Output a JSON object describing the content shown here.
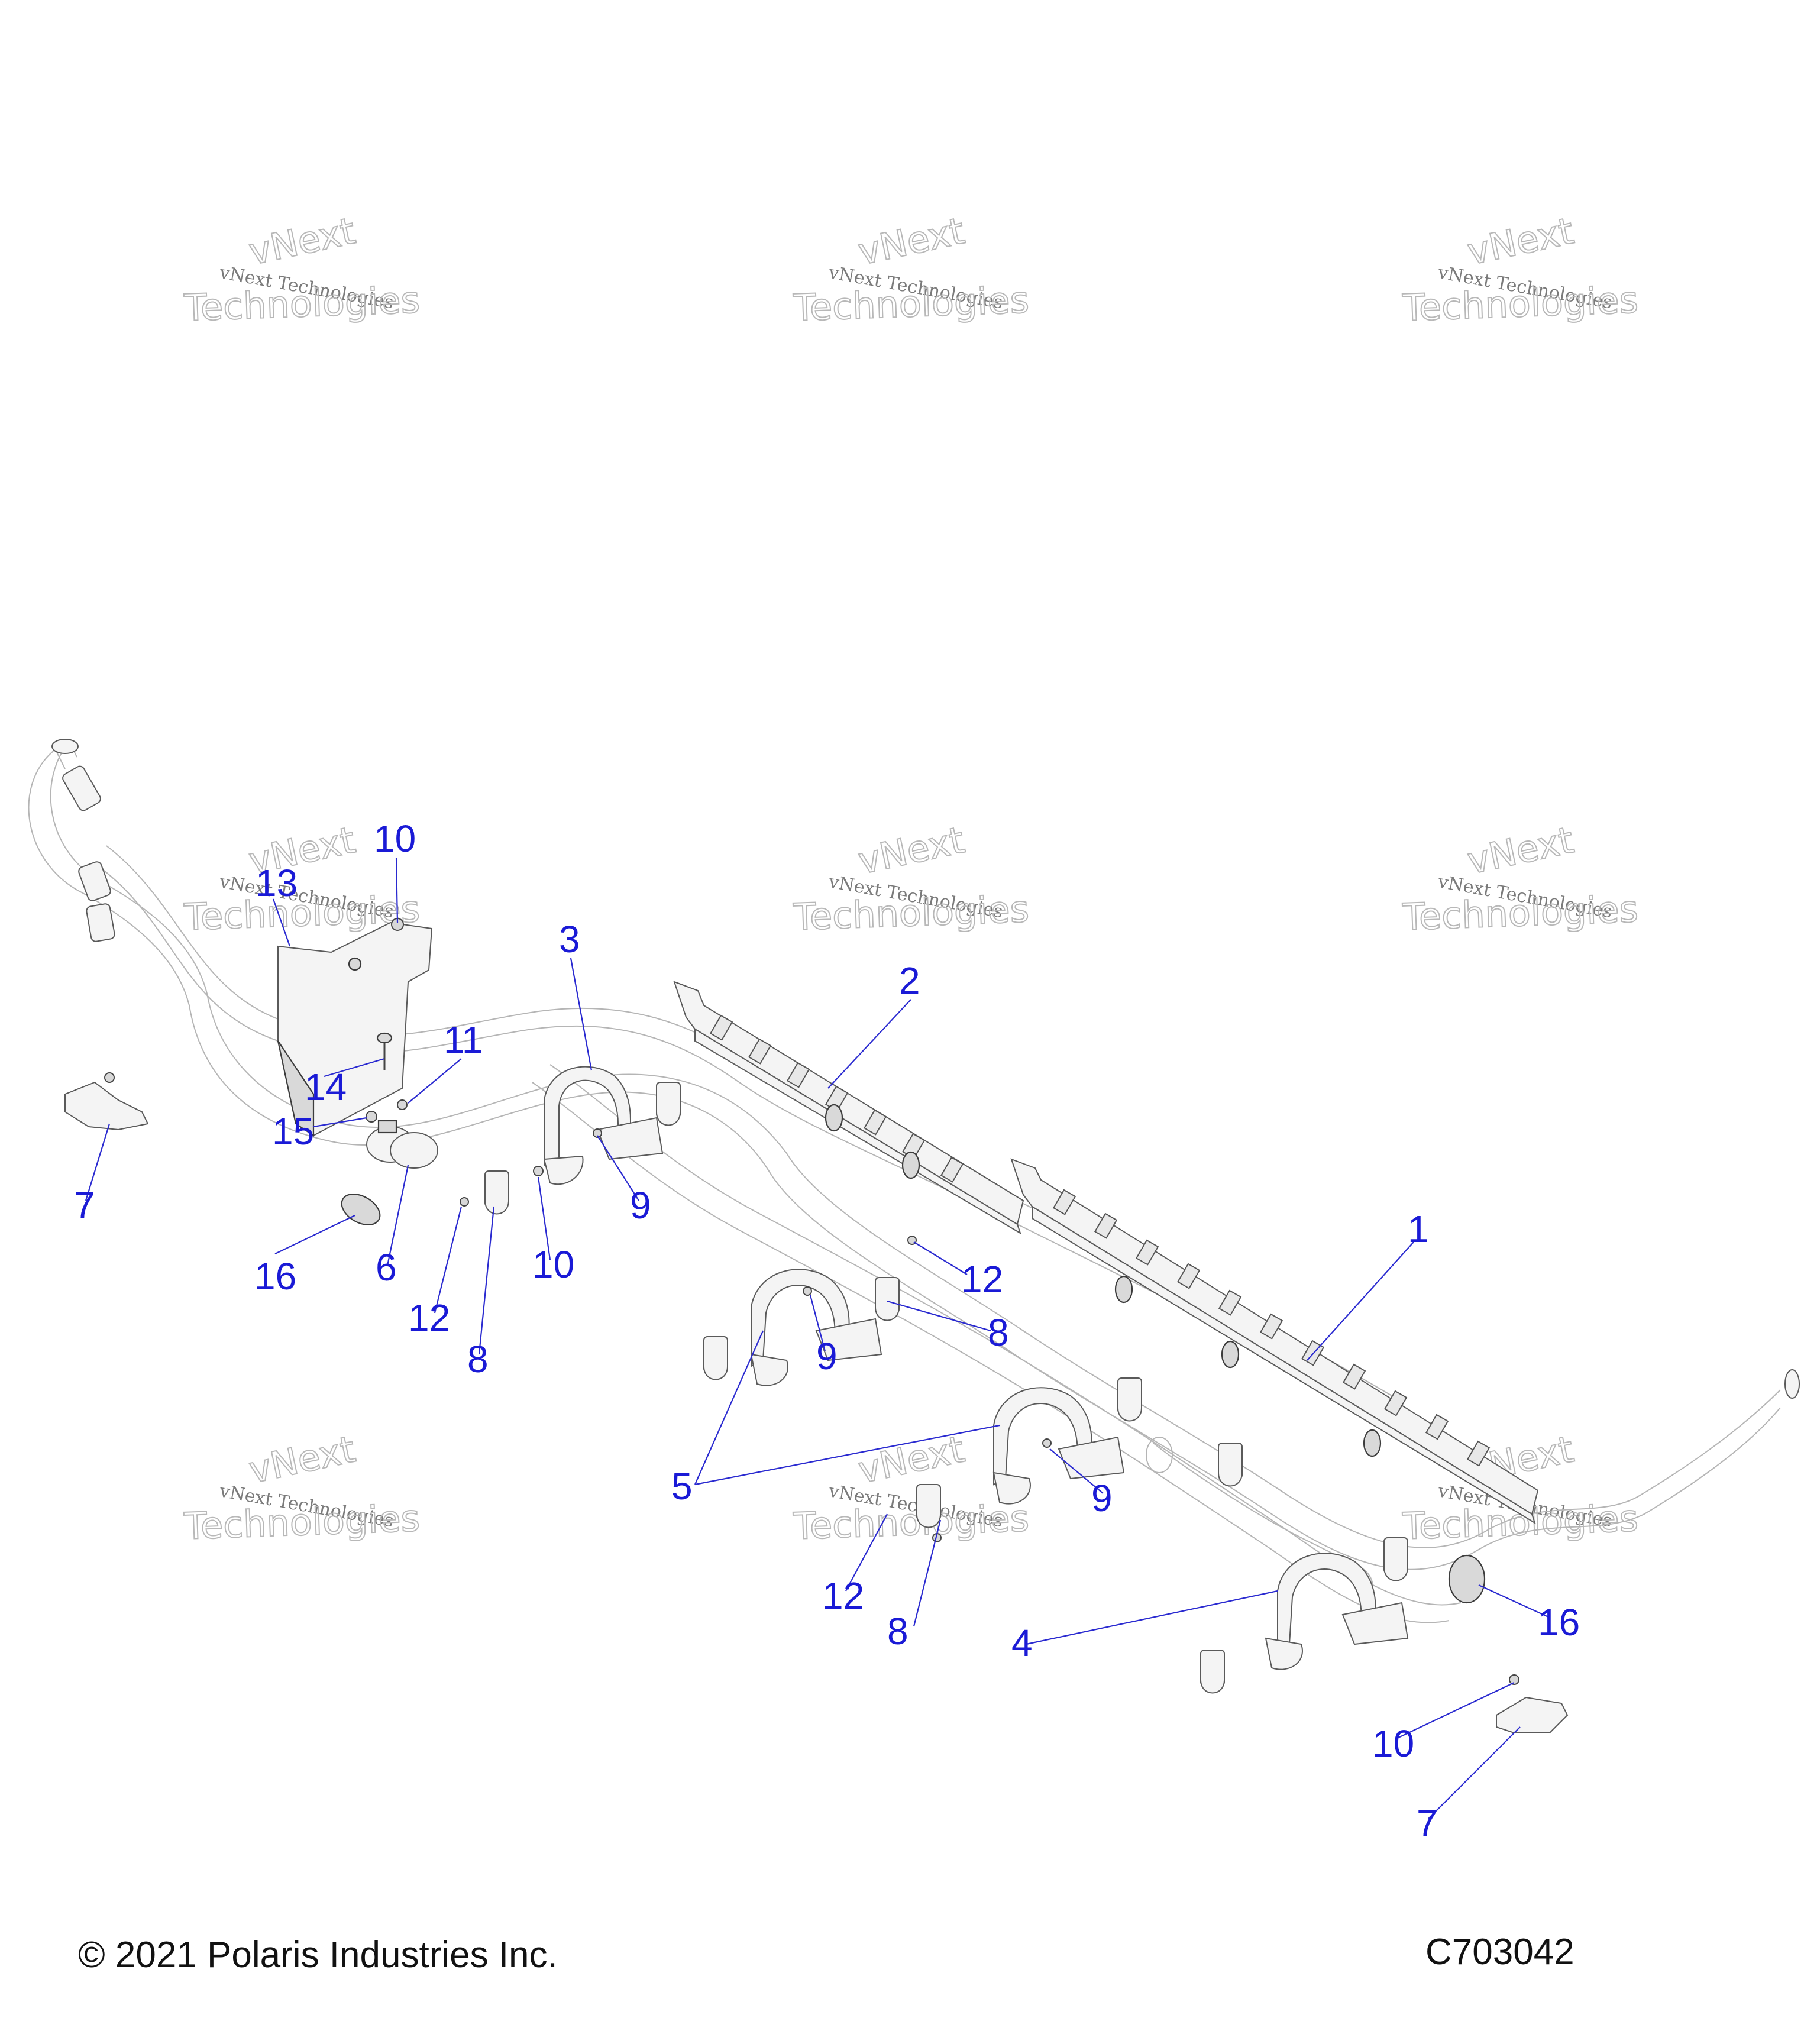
{
  "watermark": {
    "line1": "vNext Technologies",
    "line2": "vNext",
    "line3": "Technologies"
  },
  "callouts": [
    "1",
    "2",
    "3",
    "4",
    "5",
    "6",
    "7",
    "8",
    "9",
    "10",
    "11",
    "12",
    "13",
    "14",
    "15",
    "16"
  ],
  "footer": {
    "copyright": "© 2021 Polaris Industries Inc.",
    "figure_id": "C703042"
  }
}
